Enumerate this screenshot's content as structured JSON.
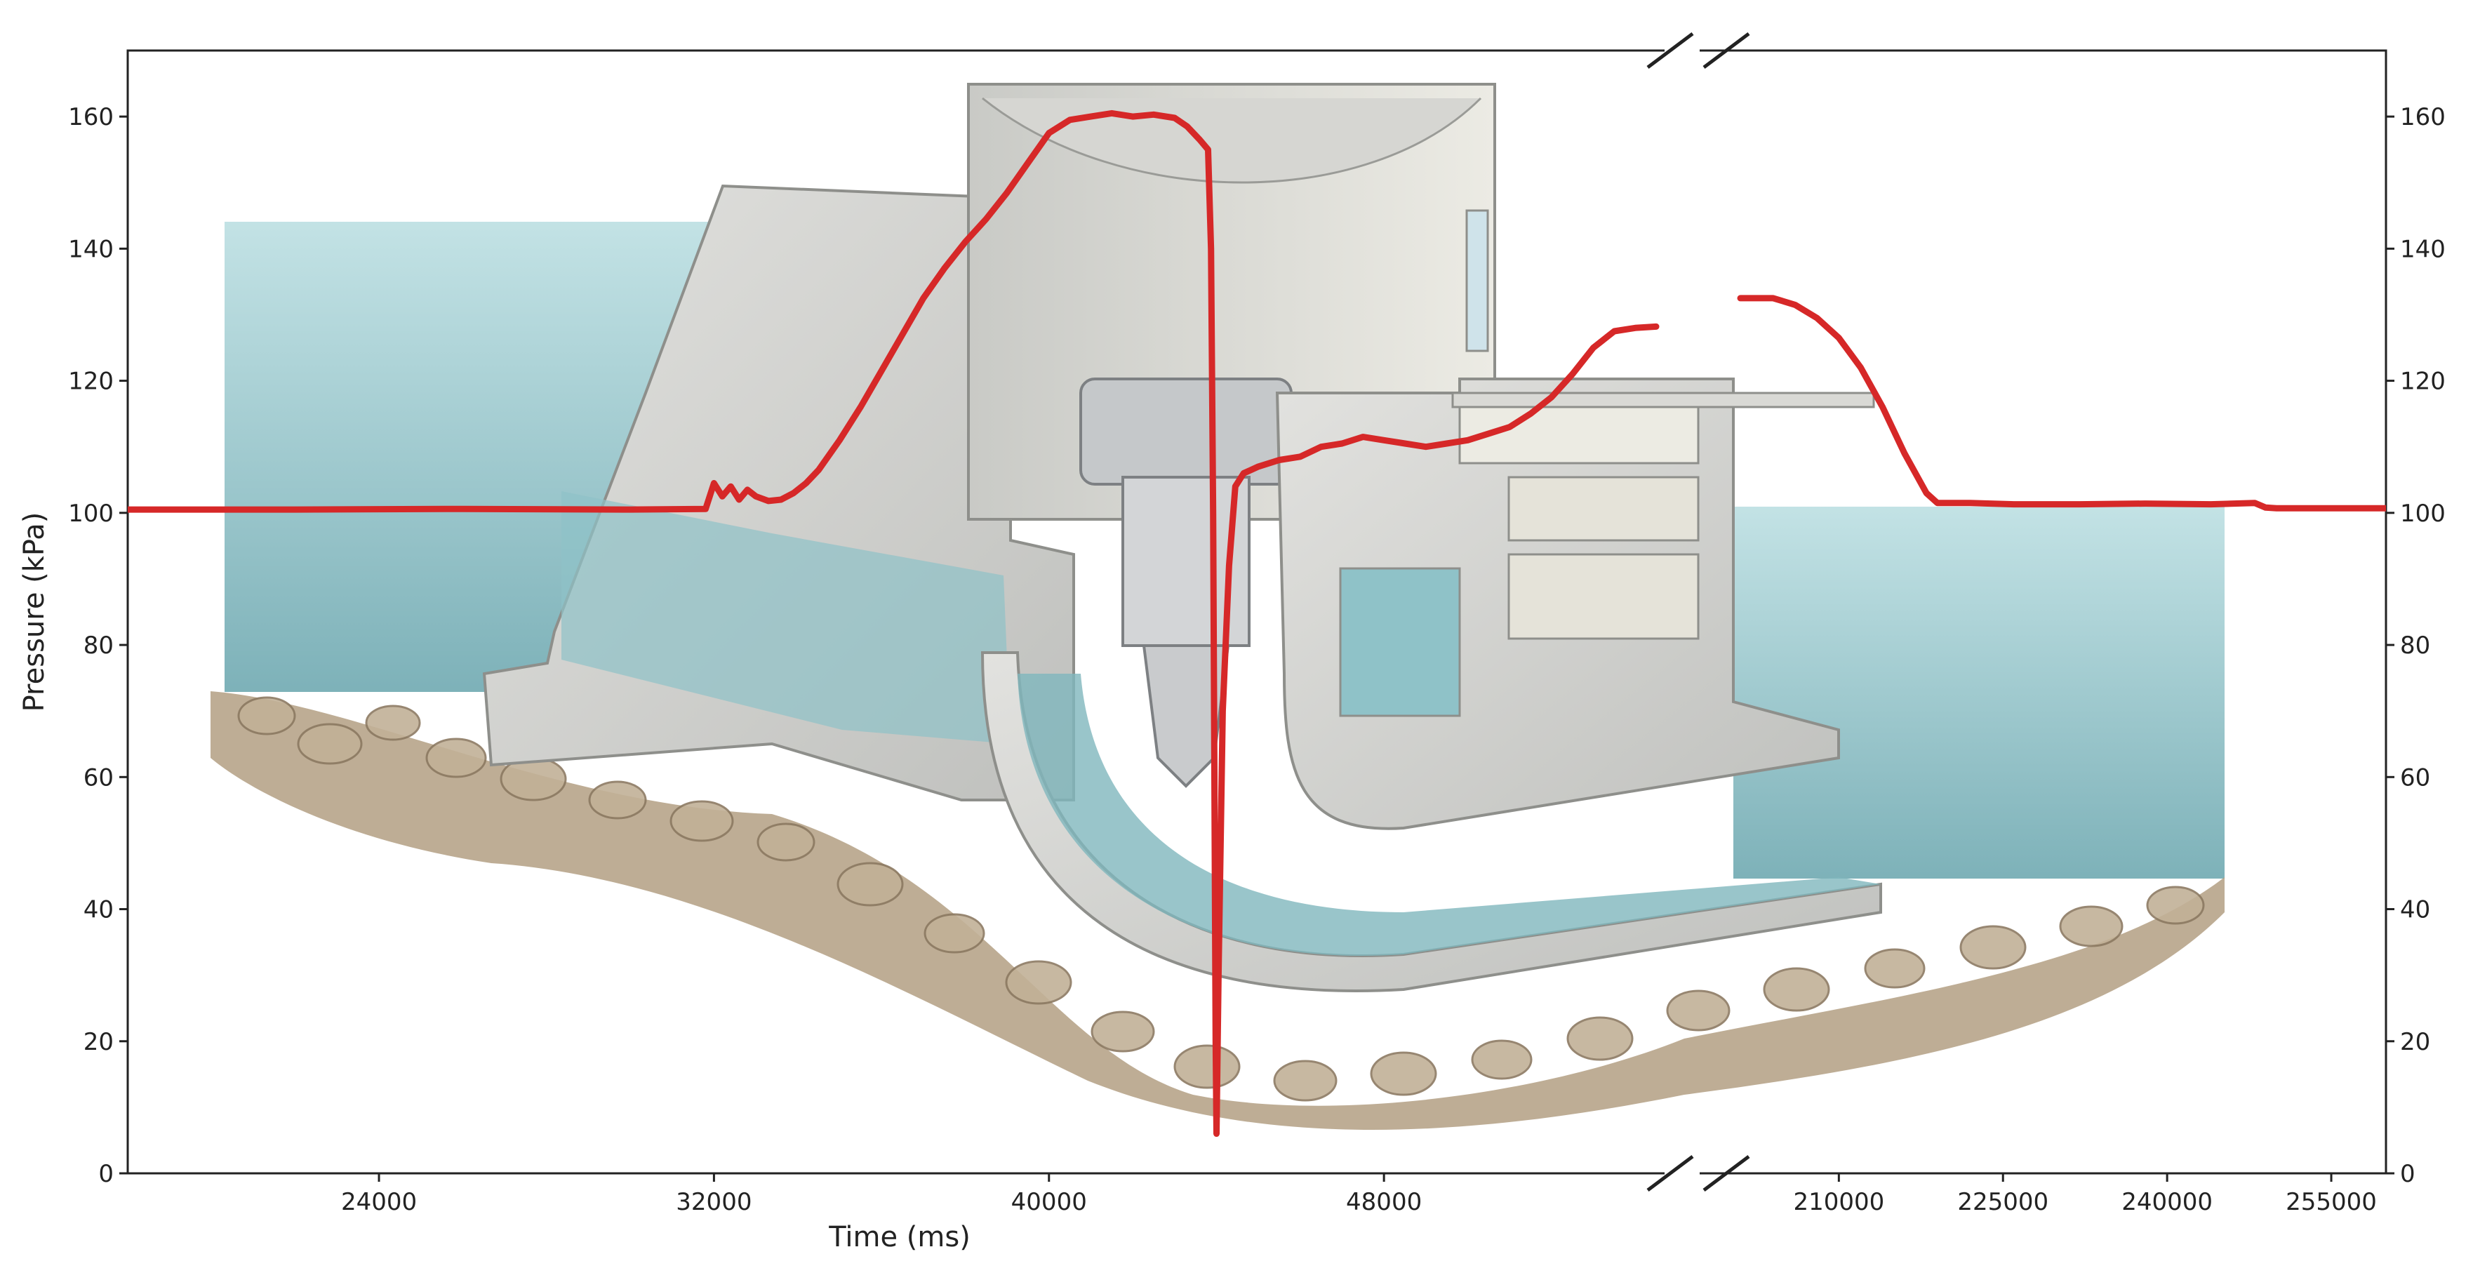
{
  "chart_data": {
    "type": "line",
    "title": "",
    "xlabel": "Time (ms)",
    "ylabel": "Pressure (kPa)",
    "ylim": [
      0,
      170
    ],
    "y_ticks": [
      0,
      20,
      40,
      60,
      80,
      100,
      120,
      140,
      160
    ],
    "x_axis_broken": true,
    "x_segments": [
      {
        "range": [
          18000,
          54500
        ],
        "ticks": [
          24000,
          32000,
          40000,
          48000
        ]
      },
      {
        "range": [
          201000,
          260000
        ],
        "ticks": [
          210000,
          225000,
          240000,
          255000
        ]
      }
    ],
    "grid": false,
    "legend": "none",
    "line_color": "#d62828",
    "background": "hydroelectric power plant cross-section illustration",
    "series": [
      {
        "segment": 0,
        "points": [
          [
            18000,
            100.5
          ],
          [
            22000,
            100.5
          ],
          [
            26000,
            100.6
          ],
          [
            30000,
            100.5
          ],
          [
            31800,
            100.6
          ],
          [
            32000,
            104.5
          ],
          [
            32200,
            102.5
          ],
          [
            32400,
            104
          ],
          [
            32600,
            102
          ],
          [
            32800,
            103.5
          ],
          [
            33000,
            102.5
          ],
          [
            33300,
            101.8
          ],
          [
            33600,
            102
          ],
          [
            33900,
            103
          ],
          [
            34200,
            104.5
          ],
          [
            34500,
            106.5
          ],
          [
            35000,
            111
          ],
          [
            35500,
            116
          ],
          [
            36000,
            121.5
          ],
          [
            36500,
            127
          ],
          [
            37000,
            132.5
          ],
          [
            37500,
            137
          ],
          [
            38000,
            141
          ],
          [
            38500,
            144.5
          ],
          [
            39000,
            148.5
          ],
          [
            39500,
            153
          ],
          [
            40000,
            157.5
          ],
          [
            40500,
            159.5
          ],
          [
            41000,
            160
          ],
          [
            41500,
            160.5
          ],
          [
            42000,
            160
          ],
          [
            42500,
            160.3
          ],
          [
            43000,
            159.8
          ],
          [
            43300,
            158.5
          ],
          [
            43600,
            156.5
          ],
          [
            43800,
            155
          ],
          [
            43870,
            140
          ],
          [
            43920,
            100
          ],
          [
            43950,
            60
          ],
          [
            43980,
            20
          ],
          [
            44000,
            6
          ],
          [
            44050,
            30
          ],
          [
            44150,
            70
          ],
          [
            44300,
            92
          ],
          [
            44450,
            104
          ],
          [
            44650,
            106
          ],
          [
            45000,
            107
          ],
          [
            45500,
            108
          ],
          [
            46000,
            108.5
          ],
          [
            46500,
            110
          ],
          [
            47000,
            110.5
          ],
          [
            47500,
            111.5
          ],
          [
            48000,
            111
          ],
          [
            48500,
            110.5
          ],
          [
            49000,
            110
          ],
          [
            49500,
            110.5
          ],
          [
            50000,
            111
          ],
          [
            50500,
            112
          ],
          [
            51000,
            113
          ],
          [
            51500,
            115
          ],
          [
            52000,
            117.5
          ],
          [
            52500,
            121
          ],
          [
            53000,
            125
          ],
          [
            53500,
            127.5
          ],
          [
            54000,
            128
          ],
          [
            54500,
            128.2
          ]
        ]
      },
      {
        "segment": 1,
        "points": [
          [
            201000,
            132.5
          ],
          [
            204000,
            132.5
          ],
          [
            206000,
            131.5
          ],
          [
            208000,
            129.5
          ],
          [
            210000,
            126.5
          ],
          [
            212000,
            122
          ],
          [
            214000,
            116
          ],
          [
            216000,
            109
          ],
          [
            218000,
            103
          ],
          [
            219000,
            101.5
          ],
          [
            222000,
            101.5
          ],
          [
            226000,
            101.3
          ],
          [
            232000,
            101.3
          ],
          [
            238000,
            101.4
          ],
          [
            244000,
            101.3
          ],
          [
            248000,
            101.5
          ],
          [
            249000,
            100.8
          ],
          [
            250000,
            100.7
          ],
          [
            254000,
            100.7
          ],
          [
            260000,
            100.7
          ]
        ]
      }
    ]
  }
}
